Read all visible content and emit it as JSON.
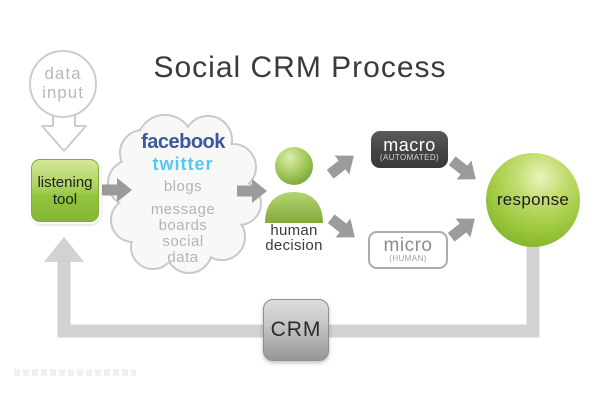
{
  "title": "Social CRM Process",
  "nodes": {
    "data_input": {
      "label": "data\ninput"
    },
    "listening_tool": {
      "label": "listening\ntool"
    },
    "human_decision": {
      "label": "human\ndecision"
    },
    "macro": {
      "label": "macro",
      "sublabel": "(AUTOMATED)"
    },
    "micro": {
      "label": "micro",
      "sublabel": "(HUMAN)"
    },
    "response": {
      "label": "response"
    },
    "crm": {
      "label": "CRM"
    }
  },
  "cloud": {
    "facebook": "facebook",
    "twitter": "twitter",
    "blogs": "blogs",
    "message_boards": "message\nboards",
    "social_data": "social\ndata"
  },
  "colors": {
    "accent_green": "#8fc23c",
    "flow_arrow_gray": "#9b9b9b",
    "feedback_gray": "#d2d2d2",
    "facebook_blue": "#3b5998",
    "twitter_blue": "#55c7f2",
    "macro_dark": "#434341",
    "cloud_outline": "#c8c8c8",
    "title_color": "#3a3a3a"
  }
}
